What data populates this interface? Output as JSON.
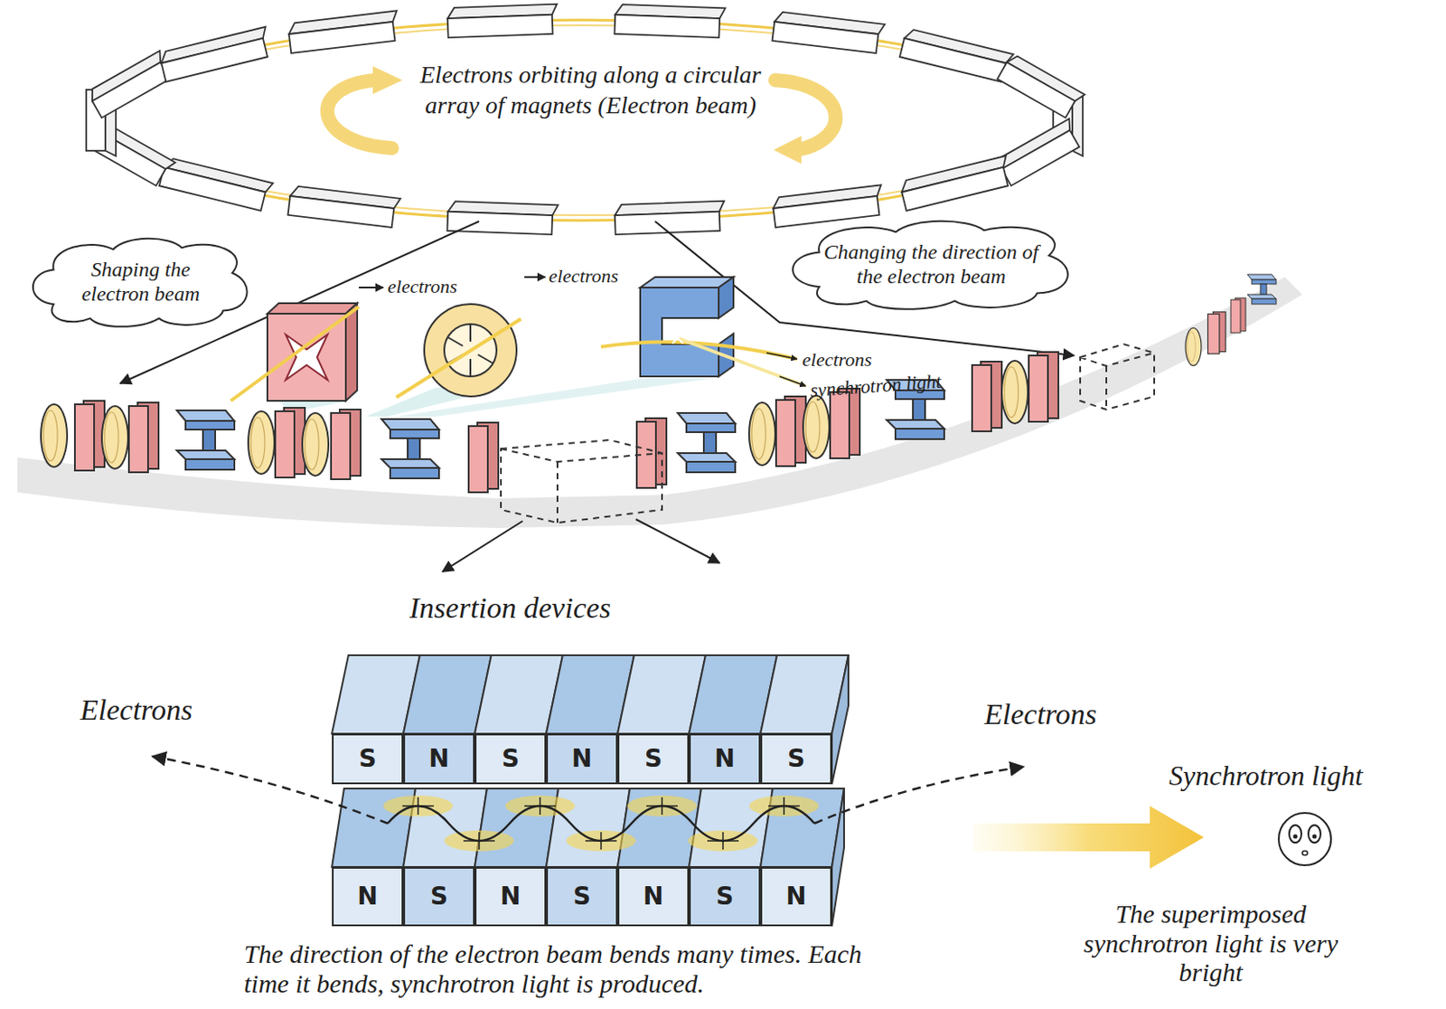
{
  "diagram": {
    "nodes": [
      {
        "text": [
          "Electrons orbiting along a circular array of magnets (Electron beam)"
        ]
      },
      {
        "text": [
          "Shaping the electron beam"
        ]
      },
      {
        "text": [
          "Changing the direction of the electron beam"
        ]
      },
      {
        "text": [
          "S"
        ]
      },
      {
        "text": [
          "N"
        ]
      },
      {
        "text": [
          "S"
        ]
      },
      {
        "text": [
          "N"
        ]
      },
      {
        "text": [
          "S"
        ]
      },
      {
        "text": [
          "N"
        ]
      },
      {
        "text": [
          "S"
        ]
      },
      {
        "text": [
          "N"
        ]
      },
      {
        "text": [
          "S"
        ]
      },
      {
        "text": [
          "N"
        ]
      },
      {
        "text": [
          "S"
        ]
      },
      {
        "text": [
          "N"
        ]
      },
      {
        "text": [
          "S"
        ]
      },
      {
        "text": [
          "N"
        ]
      }
    ],
    "labels": [
      "electrons",
      "electrons",
      "electrons",
      "synchrotron light",
      "Insertion devices",
      "Electrons",
      "Electrons",
      "The direction of the electron beam bends many times. Each time it bends, synchrotron light is produced.",
      "Synchrotron light",
      "The superimposed synchrotron light is very bright"
    ]
  }
}
